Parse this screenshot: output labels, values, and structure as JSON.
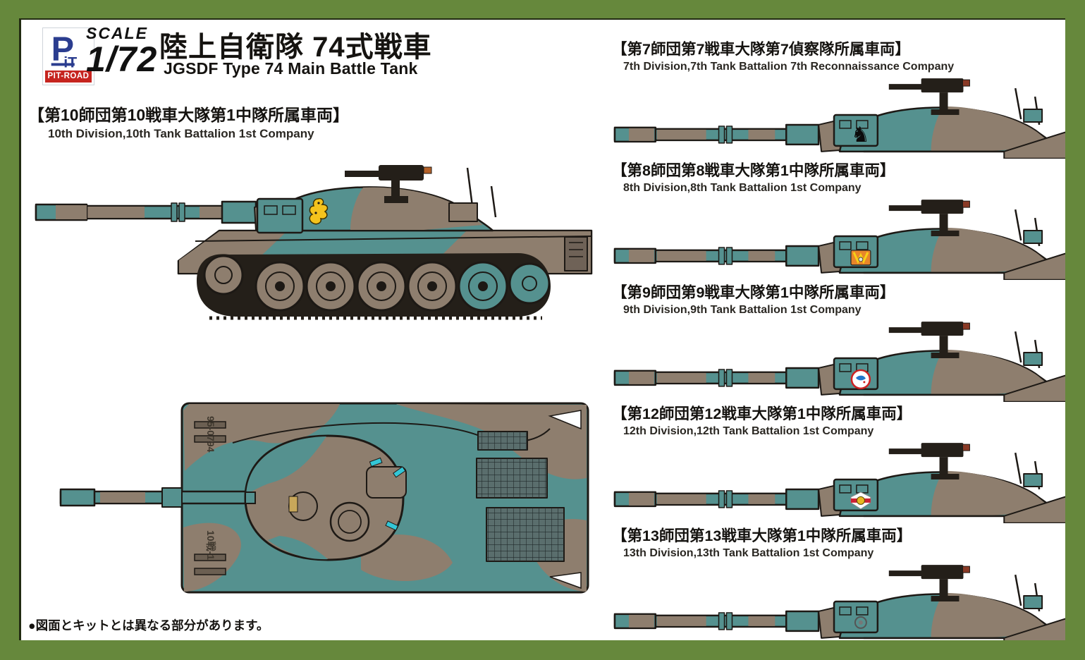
{
  "header": {
    "logo_brand": "PIT-ROAD",
    "logo_monogram": "PiT",
    "scale_label": "SCALE",
    "scale_value": "1/72",
    "title_jp": "陸上自衛隊 74式戦車",
    "title_en": "JGSDF Type 74 Main Battle Tank"
  },
  "main_subject": {
    "heading_jp": "【第10師団第10戦車大隊第1中隊所属車両】",
    "heading_en": "10th Division,10th Tank Battalion 1st Company",
    "hull_number": "95-0794",
    "turret_number": "10戦-1",
    "emblem": "yellow-figure"
  },
  "variants": [
    {
      "heading_jp": "【第7師団第7戦車大隊第7偵察隊所属車両】",
      "heading_en": "7th Division,7th Tank Battalion 7th Reconnaissance Company",
      "emblem": "black-horse",
      "emblem_glyph": "♞"
    },
    {
      "heading_jp": "【第8師団第8戦車大隊第1中隊所属車両】",
      "heading_en": "8th Division,8th Tank Battalion 1st Company",
      "emblem": "orange-v-shield"
    },
    {
      "heading_jp": "【第9師団第9戦車大隊第1中隊所属車両】",
      "heading_en": "9th Division,9th Tank Battalion 1st Company",
      "emblem": "red-ring-bird"
    },
    {
      "heading_jp": "【第12師団第12戦車大隊第1中隊所属車両】",
      "heading_en": "12th Division,12th Tank Battalion 1st Company",
      "emblem": "white-red-band-shield"
    },
    {
      "heading_jp": "【第13師団第13戦車大隊第1中隊所属車両】",
      "heading_en": "13th Division,13th Tank Battalion 1st Company",
      "emblem": "small-ring"
    }
  ],
  "footer": {
    "note": "●図面とキットとは異なる部分があります。"
  },
  "colors": {
    "camo_teal": "#55918f",
    "camo_brown": "#8e7e6e",
    "outline": "#1d1915",
    "frame_green": "#66883c",
    "emblem_yellow": "#f4c31d",
    "logo_blue": "#2b3d8f",
    "logo_red": "#c6241f"
  }
}
